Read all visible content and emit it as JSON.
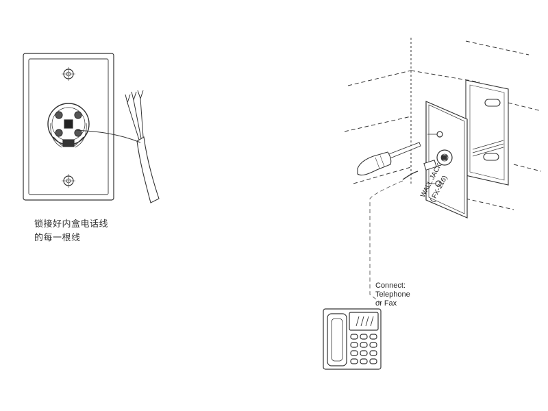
{
  "left_panel": {
    "instruction_line_1": "锁接好内盒电话线",
    "instruction_line_2": "的每一根线"
  },
  "right_panel": {
    "wall_jack_label": "WALL JACK",
    "model_label": "( FX-216)",
    "connect_line_1": "Connect:",
    "connect_line_2": "Telephone",
    "connect_line_3": "or Fax"
  }
}
